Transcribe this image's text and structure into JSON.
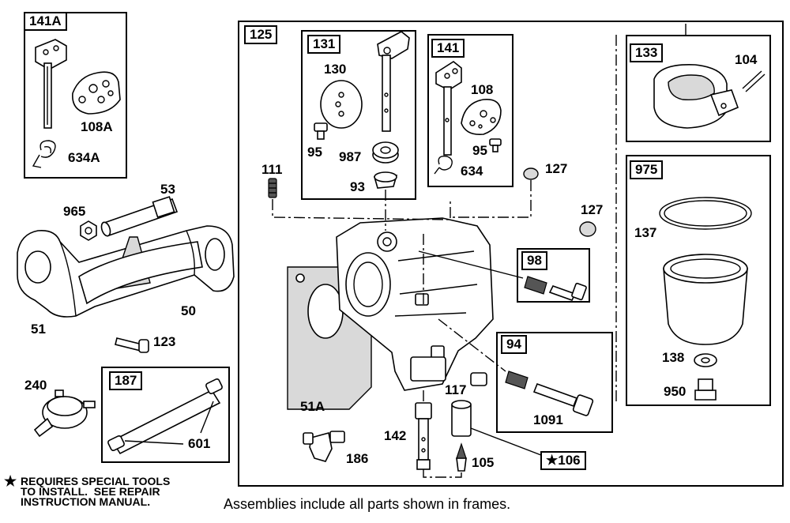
{
  "frames": {
    "f141A": "141A",
    "f125": "125",
    "f131": "131",
    "f141": "141",
    "f133": "133",
    "f975": "975",
    "f98": "98",
    "f94": "94",
    "f187": "187",
    "f106": "★106"
  },
  "labels": {
    "p108A": "108A",
    "p634A": "634A",
    "p53": "53",
    "p965": "965",
    "p50": "50",
    "p51": "51",
    "p123": "123",
    "p240": "240",
    "p601": "601",
    "p130": "130",
    "p95a": "95",
    "p987": "987",
    "p93": "93",
    "p108": "108",
    "p95b": "95",
    "p634": "634",
    "p111": "111",
    "p127a": "127",
    "p127b": "127",
    "p104": "104",
    "p137": "137",
    "p138": "138",
    "p950": "950",
    "p1091": "1091",
    "p117": "117",
    "p51A": "51A",
    "p142": "142",
    "p105": "105",
    "p186": "186"
  },
  "note": {
    "star": "★",
    "text": "REQUIRES SPECIAL TOOLS\nTO INSTALL.  SEE REPAIR\nINSTRUCTION MANUAL."
  },
  "caption": "Assemblies include all parts shown in frames."
}
